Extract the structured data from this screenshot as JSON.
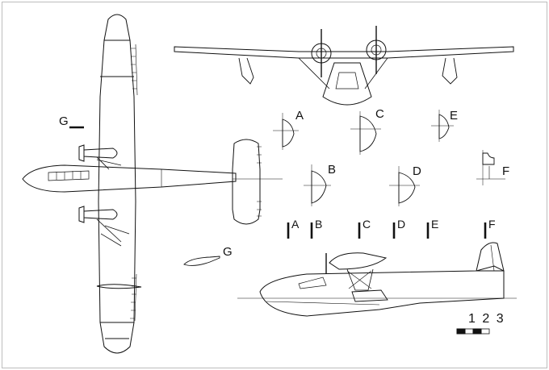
{
  "drawing": {
    "section_labels": [
      "A",
      "B",
      "C",
      "D",
      "E",
      "F"
    ],
    "station_labels": [
      "A",
      "B",
      "C",
      "D",
      "E",
      "F"
    ],
    "airfoil_label": "G",
    "wing_station_label": "G",
    "scale_text": "1 2 3"
  },
  "colors": {
    "ink": "#111111",
    "paper": "#ffffff",
    "frame": "#bdbdbd"
  }
}
